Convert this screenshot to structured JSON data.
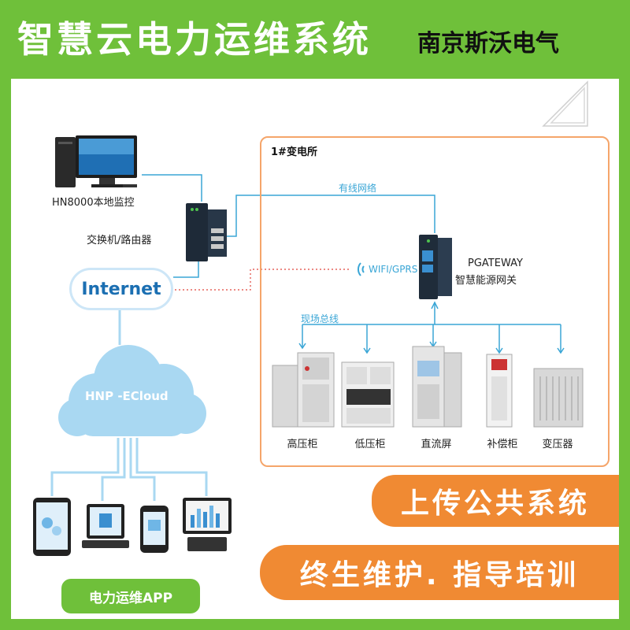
{
  "header": {
    "title": "智慧云电力运维系统",
    "company": "南京斯沃电气"
  },
  "local_monitor_label": "HN8000本地监控",
  "switch_label": "交换机/路由器",
  "internet_label": "Internet",
  "cloud_label": "HNP -ECloud",
  "substation": {
    "label": "1#变电所",
    "wired_label": "有线网络",
    "wireless_label": "WIFI/GPRS",
    "gateway_name": "PGATEWAY",
    "gateway_desc": "智慧能源网关",
    "bus_label": "现场总线",
    "equipment": [
      {
        "label": "高压柜"
      },
      {
        "label": "低压柜"
      },
      {
        "label": "直流屏"
      },
      {
        "label": "补偿柜"
      },
      {
        "label": "变压器"
      }
    ]
  },
  "banners": {
    "upload": "上传公共系统",
    "service": "终生维护. 指导培训"
  },
  "app_label": "电力运维APP",
  "colors": {
    "frame_green": "#6fc03a",
    "banner_orange": "#f08a33",
    "substation_border": "#f5a56a",
    "link_blue": "#3aa6d6",
    "cloud_blue": "#a9d8f2",
    "wireless_red": "#e0443a"
  }
}
